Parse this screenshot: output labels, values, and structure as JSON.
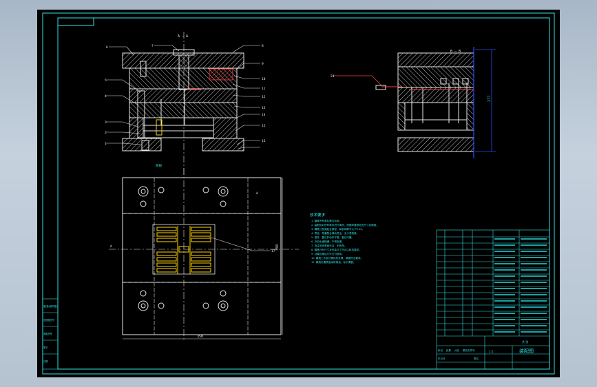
{
  "drawing": {
    "section_label_main": "A — A",
    "section_label_side": "B — B",
    "part_callouts_left": [
      "6",
      "5",
      "4",
      "3",
      "2",
      "1"
    ],
    "part_callouts_top": [
      "7",
      "8"
    ],
    "part_callouts_right": [
      "9",
      "10",
      "11",
      "12",
      "13",
      "14",
      "15",
      "16"
    ],
    "callout_side": "24",
    "callout_plan": "17",
    "dim_side_height": "277",
    "dim_plan_width": "350",
    "dim_plan_height": "350",
    "plan_label_a": "A",
    "plan_label_a2": "A",
    "view_label": "俯视"
  },
  "tech_notes": {
    "title": "技术要求",
    "lines": [
      "1. 模具所有零件需去毛刺。",
      "2. 装配前对所有零件进行清洗，按图样要求检查尺寸及精度。",
      "3. 模具分型面贴合紧密，局部间隙不大于0.05。",
      "4. 导柱、导套配合滑动灵活，无卡滞现象。",
      "5. 推杆、复位杆动作平稳，复位可靠。",
      "6. 冷却水道畅通，不得渗漏。",
      "7. 浇注系统表面光洁，无死角。",
      "8. 模具外形尺寸及安装尺寸符合注射机要求。",
      "9. 试模合格后方可交付使用。",
      "10. 模具工作部分需经热处理，硬度符合要求。",
      "11. 模具外露表面涂防锈油，标识清楚。"
    ]
  },
  "title_block": {
    "drawing_name": "装配图",
    "scale": "1:1",
    "sheet": "共 张",
    "cells": [
      "标记",
      "处数",
      "分区",
      "更改文件号",
      "签名",
      "年月日"
    ]
  },
  "revision_block": {
    "rows": [
      "借(通)用件登记",
      "旧底图总号",
      "底图总号",
      "签字",
      "日期"
    ]
  }
}
